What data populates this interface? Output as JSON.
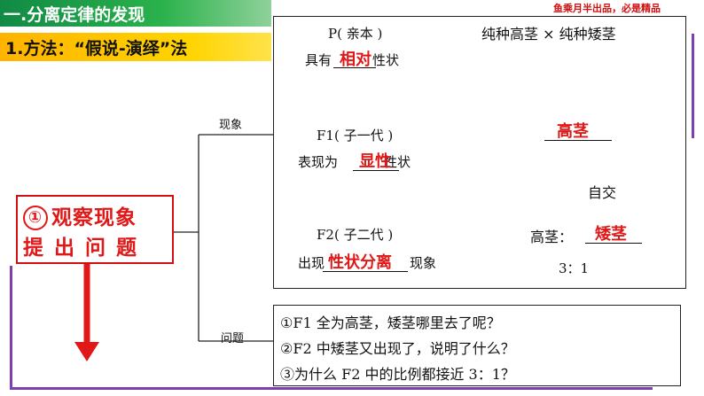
{
  "header": {
    "title": "一.分离定律的发现",
    "method": "1.方法：“假说-演绎”法",
    "slogan": "鱼乘月半出品，必是精品"
  },
  "left_box": {
    "number": "①",
    "line1": "观察现象",
    "line2": "提 出 问 题"
  },
  "branches": {
    "phenomenon": "现象",
    "question": "问题"
  },
  "phenomenon_box": {
    "p_label": "P( 亲本 )",
    "p_desc_before": "具有",
    "p_desc_answer": "相对",
    "p_desc_after": "性状",
    "f1_label": "F1( 子一代 )",
    "f1_desc_before": "表现为",
    "f1_desc_answer": "显性",
    "f1_desc_after": "性状",
    "f2_label": "F2( 子二代 )",
    "f2_desc_before": "出现",
    "f2_desc_answer": "性状分离",
    "f2_desc_after": "现象",
    "cross": "纯种高茎 × 纯种矮茎",
    "f1_answer": "高茎",
    "selfing": "自交",
    "f2_left": "高茎：",
    "f2_answer": "矮茎",
    "ratio": "3：1"
  },
  "question_box": {
    "q1": "①F1 全为高茎，矮茎哪里去了呢？",
    "q2": "②F2 中矮茎又出现了，说明了什么？",
    "q3": "③为什么 F2 中的比例都接近 3：1？"
  },
  "colors": {
    "accent_red": "#e01818",
    "title_green": "#1b9a4a",
    "method_yellow": "#ffc800",
    "frame_purple": "#7b3fb3"
  }
}
